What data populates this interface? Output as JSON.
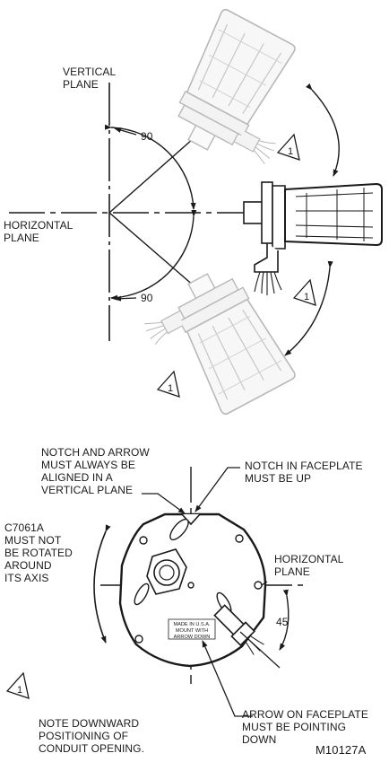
{
  "top": {
    "vertical_plane": [
      "VERTICAL",
      "PLANE"
    ],
    "horizontal_plane": [
      "HORIZONTAL",
      "PLANE"
    ],
    "angle_top": "90",
    "angle_bottom": "90",
    "callout_number": "1"
  },
  "bottom": {
    "notch_arrow_note": [
      "NOTCH AND ARROW",
      "MUST ALWAYS BE",
      "ALIGNED IN A",
      "VERTICAL PLANE"
    ],
    "notch_faceplate_note": [
      "NOTCH IN FACEPLATE",
      "MUST BE UP"
    ],
    "rotation_note": [
      "C7061A",
      "MUST NOT",
      "BE ROTATED",
      "AROUND",
      "ITS AXIS"
    ],
    "horizontal_plane": [
      "HORIZONTAL",
      "PLANE"
    ],
    "angle": "45",
    "faceplate_text": [
      "MADE IN U.S.A.",
      "MOUNT WITH",
      "ARROW DOWN"
    ],
    "arrow_note": [
      "ARROW ON FACEPLATE",
      "MUST BE POINTING",
      "DOWN"
    ]
  },
  "footnote": {
    "number": "1",
    "text": [
      "NOTE DOWNWARD",
      "POSITIONING OF",
      "CONDUIT OPENING."
    ]
  },
  "figure_id": "M10127A"
}
